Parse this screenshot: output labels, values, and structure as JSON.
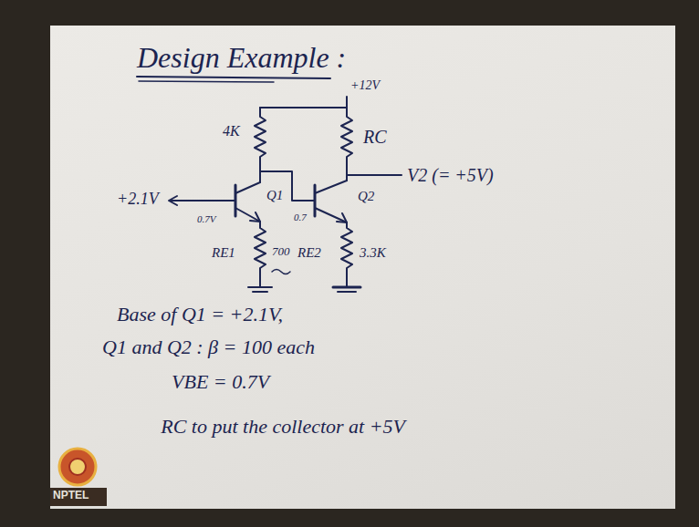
{
  "diagram": {
    "title": "Design Example :",
    "labels": [
      "+12V",
      "4K",
      "RC",
      "V2 (= +5V)",
      "+2.1V",
      "Q1",
      "0.7V",
      "Q2",
      "0.7",
      "RE1",
      "700",
      "RE2",
      "3.3K",
      "Base of Q1 = +2.1V,",
      "Q1 and Q2 : β = 100 each",
      "VBE = 0.7V",
      "RC to put the collector at +5V",
      "NPTEL"
    ]
  }
}
